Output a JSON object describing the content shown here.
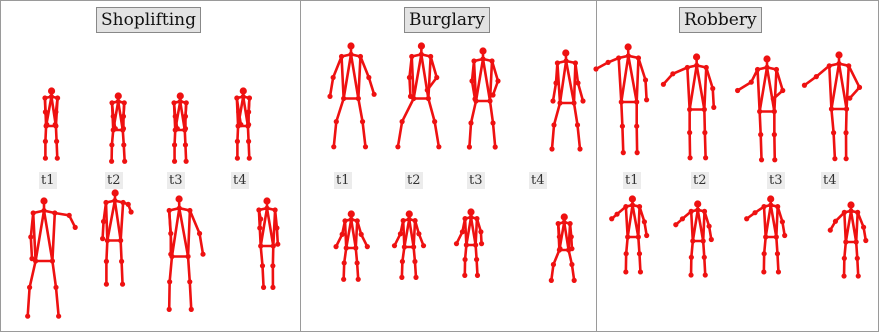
{
  "panels": [
    {
      "id": "shoplifting",
      "title": "Shoplifting",
      "time_labels": [
        "t1",
        "t2",
        "t3",
        "t4"
      ]
    },
    {
      "id": "burglary",
      "title": "Burglary",
      "time_labels": [
        "t1",
        "t2",
        "t3",
        "t4"
      ]
    },
    {
      "id": "robbery",
      "title": "Robbery",
      "time_labels": [
        "t1",
        "t2",
        "t3",
        "t4"
      ]
    }
  ],
  "colors": {
    "skeleton": "#ee1111",
    "label_bg": "#ececec",
    "title_bg": "#e3e3e3"
  }
}
